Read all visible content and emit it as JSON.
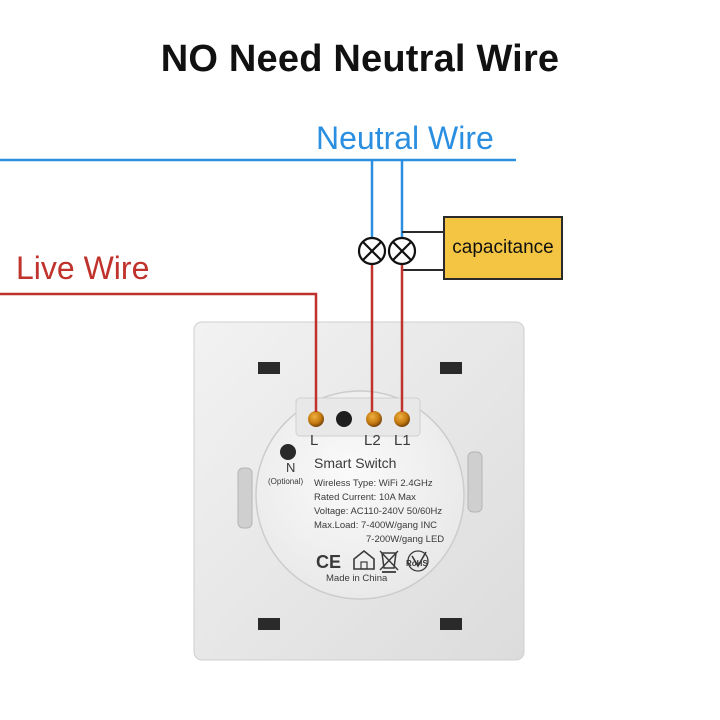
{
  "title": "NO Need Neutral Wire",
  "labels": {
    "neutral_wire": "Neutral Wire",
    "live_wire": "Live Wire",
    "capacitance": "capacitance"
  },
  "colors": {
    "neutral": "#2a8fe0",
    "live": "#c0322c",
    "capacitance_fill": "#f4c542"
  },
  "switch": {
    "terminals": {
      "l": "L",
      "l2": "L2",
      "l1": "L1",
      "n": "N",
      "n_note": "(Optional)"
    },
    "name": "Smart Switch",
    "specs": {
      "wireless": "Wireless Type: WiFi 2.4GHz",
      "current": "Rated Current: 10A Max",
      "voltage": "Voltage: AC110-240V 50/60Hz",
      "maxload": "Max.Load: 7-400W/gang INC",
      "maxload_led": "7-200W/gang LED"
    },
    "marks": {
      "ce": "CE",
      "rohs": "RoHS"
    },
    "made_in": "Made in China"
  }
}
